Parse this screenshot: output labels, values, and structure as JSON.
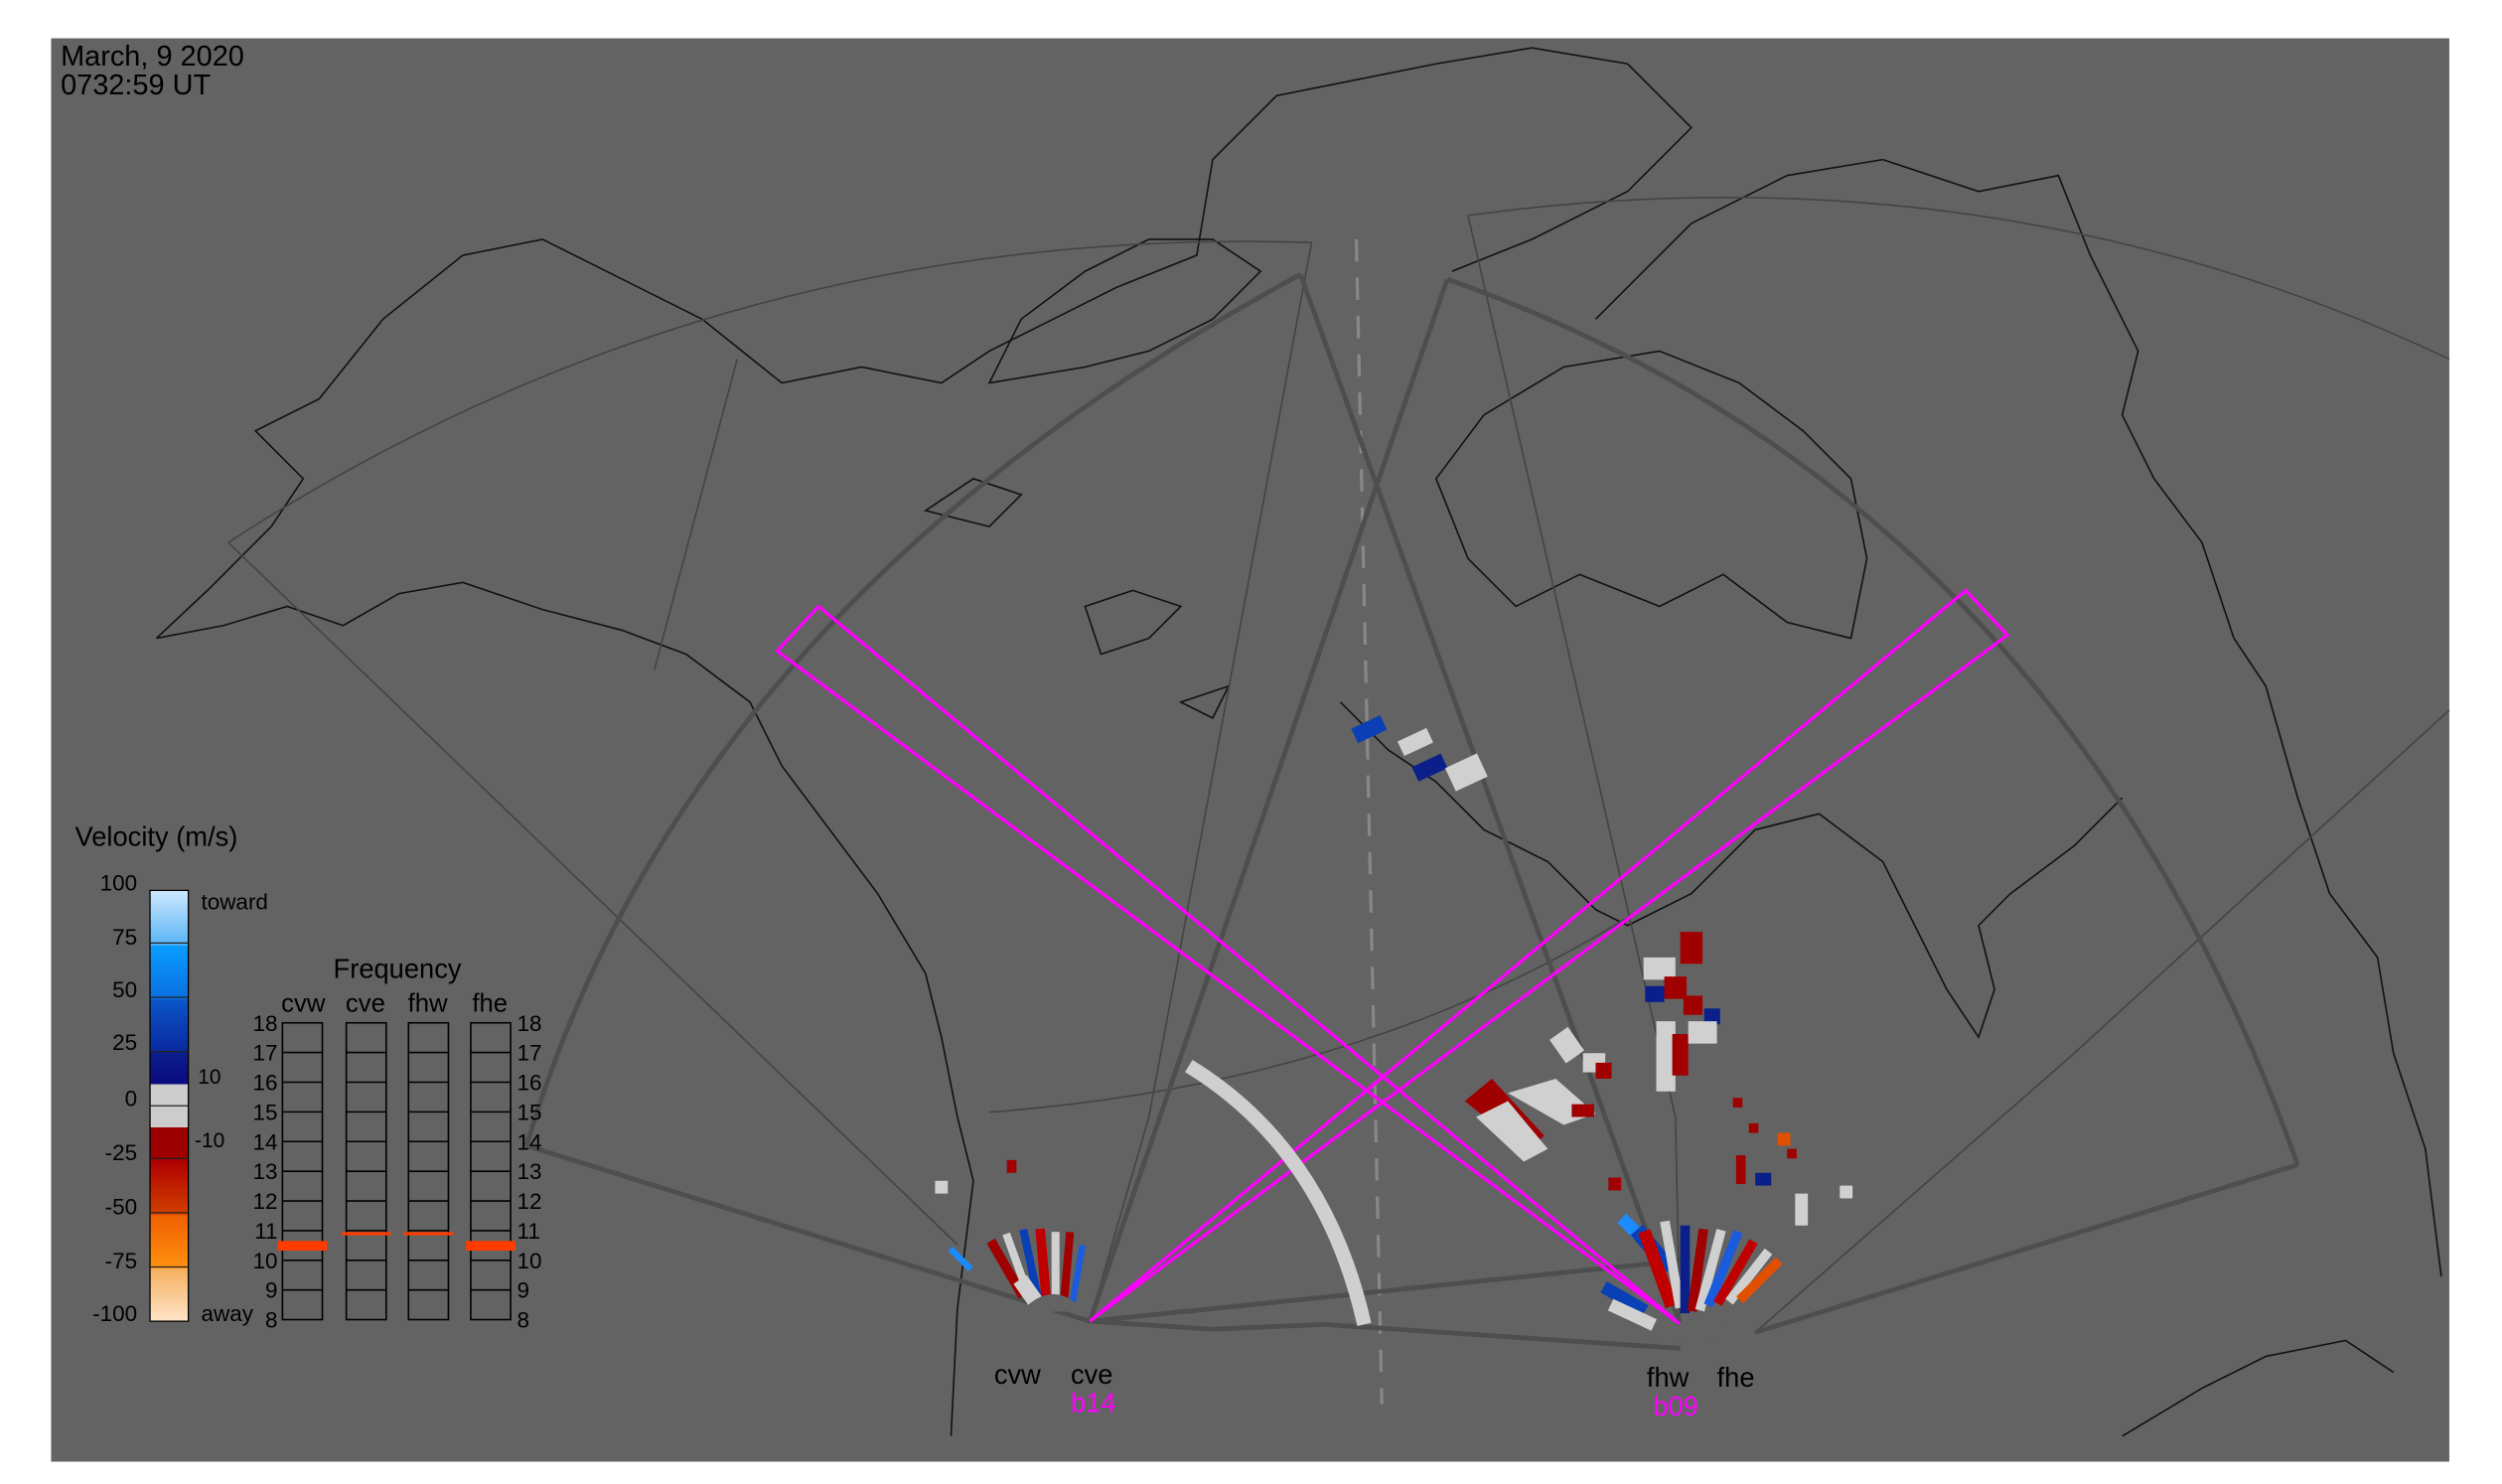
{
  "header": {
    "date": "March, 9 2020",
    "time": "0732:59 UT"
  },
  "colorbar": {
    "title": "Velocity (m/s)",
    "ticks": [
      "100",
      "75",
      "50",
      "25",
      "0",
      "-25",
      "-50",
      "-75",
      "-100"
    ],
    "toward_label": "toward",
    "away_label": "away",
    "inner_ticks": [
      "10",
      "-10"
    ]
  },
  "frequency": {
    "title": "Frequency",
    "columns": [
      "cvw",
      "cve",
      "fhw",
      "fhe"
    ],
    "ticks": [
      "18",
      "17",
      "16",
      "15",
      "14",
      "13",
      "12",
      "11",
      "10",
      "9",
      "8"
    ],
    "marker_color": "#ff3c00"
  },
  "radars": {
    "west_labels": [
      "cvw",
      "cve"
    ],
    "west_beam": "b14",
    "east_labels": [
      "fhw",
      "fhe"
    ],
    "east_beam": "b09"
  },
  "colors": {
    "background": "#636363",
    "beam": "#ff00ff",
    "fov": "#4a4a4a"
  }
}
